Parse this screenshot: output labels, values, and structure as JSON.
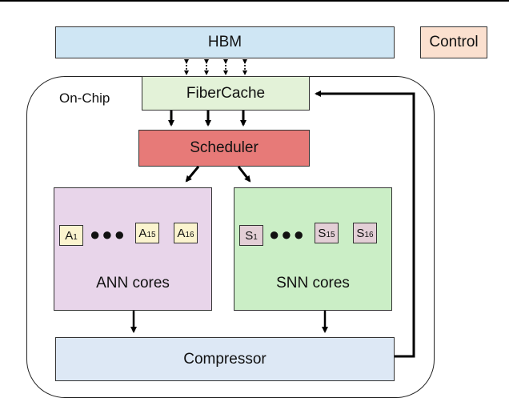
{
  "blocks": {
    "hbm": "HBM",
    "control": "Control",
    "on_chip": "On-Chip",
    "fibercache": "FiberCache",
    "scheduler": "Scheduler",
    "ann_cores": "ANN cores",
    "snn_cores": "SNN cores",
    "compressor": "Compressor"
  },
  "ann_units": [
    {
      "letter": "A",
      "index": "1"
    },
    {
      "letter": "A",
      "index": "15"
    },
    {
      "letter": "A",
      "index": "16"
    }
  ],
  "snn_units": [
    {
      "letter": "S",
      "index": "1"
    },
    {
      "letter": "S",
      "index": "15"
    },
    {
      "letter": "S",
      "index": "16"
    }
  ],
  "ellipsis": "●●●",
  "colors": {
    "hbm": "#cfe6f4",
    "control": "#fbe0cf",
    "fibercache": "#e3f2d8",
    "scheduler": "#e77a78",
    "ann": "#e8d5ea",
    "snn": "#cbeec6",
    "compressor": "#dde8f5",
    "ann_unit": "#fbf4cf",
    "snn_unit": "#e3cfd6"
  }
}
